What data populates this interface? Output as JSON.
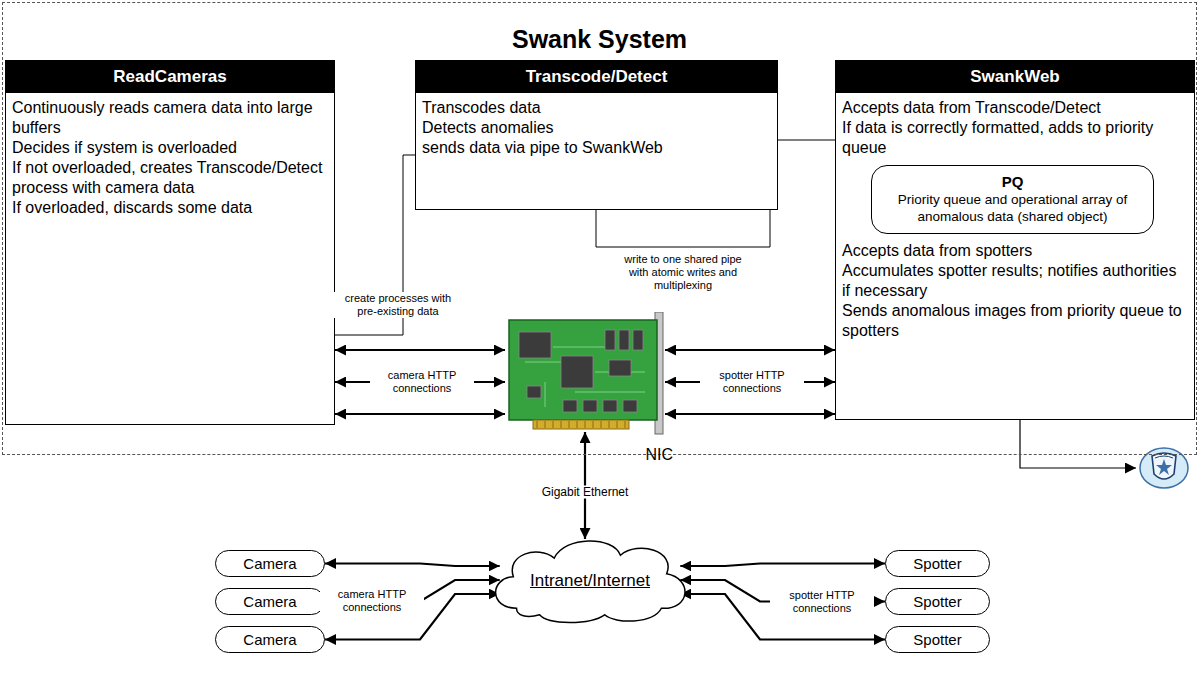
{
  "diagram": {
    "nodes": [
      {
        "text": [
          "Swank System"
        ]
      },
      {
        "text": [
          "ReadCameras",
          "Continuously reads camera data into large buffers",
          "Decides if system is overloaded",
          "If not overloaded, creates Transcode/Detect process with camera data",
          "If overloaded, discards some data"
        ],
        "in": 0
      },
      {
        "text": [
          "Transcode/Detect",
          "Transcodes data",
          "Detects anomalies",
          "sends data via pipe to SwankWeb"
        ],
        "in": 0
      },
      {
        "text": [
          "SwankWeb",
          "Accepts data from Transcode/Detect",
          "If data is correctly formatted, adds to priority queue",
          "Accepts data from spotters",
          "Accumulates spotter results; notifies authorities if necessary",
          "Sends anomalous images from priority queue to spotters"
        ],
        "in": 0
      },
      {
        "text": [
          "PQ",
          "Priority queue and operational array of anomalous data (shared object)"
        ],
        "in": 3
      },
      {
        "text": [
          "NIC"
        ],
        "in": 0
      },
      {
        "text": [
          "Intranet/Internet"
        ]
      },
      {
        "text": [
          "Camera"
        ]
      },
      {
        "text": [
          "Camera"
        ]
      },
      {
        "text": [
          "Camera"
        ]
      },
      {
        "text": [
          "Spotter"
        ]
      },
      {
        "text": [
          "Spotter"
        ]
      },
      {
        "text": [
          "Spotter"
        ]
      }
    ],
    "edges": [
      {
        "from": 1,
        "to": 2,
        "label": "create processes with pre-existing data",
        "arrow": "none"
      },
      {
        "from": 2,
        "to": 3,
        "label": "write to one shared pipe with atomic writes and multiplexing",
        "arrow": "none"
      },
      {
        "from": 1,
        "to": 5,
        "arrow": "both"
      },
      {
        "from": 1,
        "to": 5,
        "label": "camera HTTP connections",
        "arrow": "both"
      },
      {
        "from": 1,
        "to": 5,
        "arrow": "both"
      },
      {
        "from": 5,
        "to": 3,
        "arrow": "both"
      },
      {
        "from": 5,
        "to": 3,
        "label": "spotter HTTP connections",
        "arrow": "both"
      },
      {
        "from": 5,
        "to": 3,
        "arrow": "both"
      },
      {
        "from": 5,
        "to": 6,
        "label": "Gigabit Ethernet",
        "arrow": "both"
      },
      {
        "from": 7,
        "to": 6,
        "arrow": "both"
      },
      {
        "from": 8,
        "to": 6,
        "label": "camera HTTP connections",
        "arrow": "both"
      },
      {
        "from": 9,
        "to": 6,
        "arrow": "both"
      },
      {
        "from": 6,
        "to": 10,
        "arrow": "both"
      },
      {
        "from": 6,
        "to": 11,
        "label": "spotter HTTP connections",
        "arrow": "both"
      },
      {
        "from": 6,
        "to": 12,
        "arrow": "both"
      }
    ]
  }
}
